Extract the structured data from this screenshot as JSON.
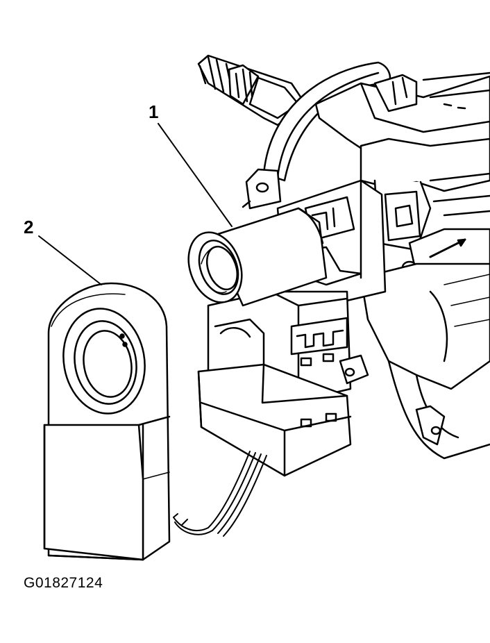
{
  "callouts": [
    {
      "label": "1",
      "part": "ignition-lock-cylinder-housing"
    },
    {
      "label": "2",
      "part": "ignition-switch-bezel"
    }
  ],
  "figure_id": "G01827124",
  "colors": {
    "line": "#000000",
    "background": "#ffffff",
    "fill": "#ffffff",
    "shade": "#dddddd"
  }
}
